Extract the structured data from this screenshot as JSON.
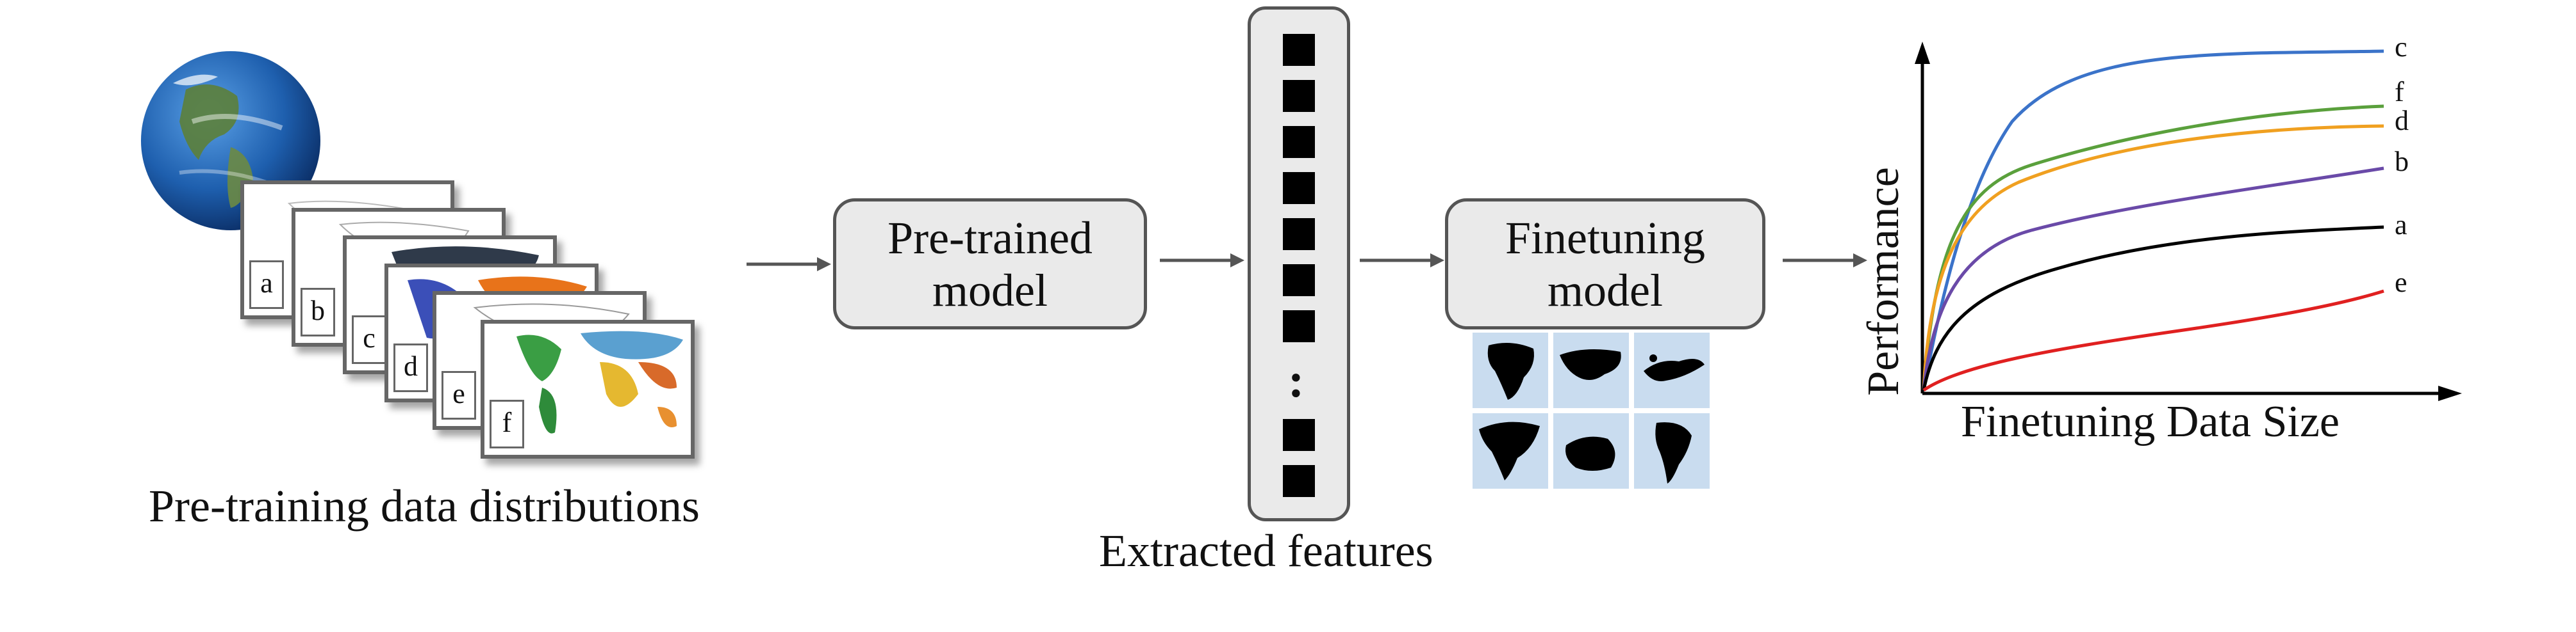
{
  "captions": {
    "pretraining": "Pre-training data distributions",
    "features": "Extracted features",
    "xaxis": "Finetuning Data Size",
    "yaxis": "Performance"
  },
  "boxes": {
    "pretrained": [
      "Pre-trained",
      "model"
    ],
    "finetuning": [
      "Finetuning",
      "model"
    ]
  },
  "cards": [
    "a",
    "b",
    "c",
    "d",
    "e",
    "f"
  ],
  "features_gap": ":",
  "chart_data": {
    "type": "line",
    "xlabel": "Finetuning Data Size",
    "ylabel": "Performance",
    "series": [
      {
        "name": "c",
        "color": "#3b73c9"
      },
      {
        "name": "f",
        "color": "#5aa03c"
      },
      {
        "name": "d",
        "color": "#f0a020"
      },
      {
        "name": "b",
        "color": "#6a4aa8"
      },
      {
        "name": "a",
        "color": "#000000"
      },
      {
        "name": "e",
        "color": "#e02020"
      }
    ]
  }
}
